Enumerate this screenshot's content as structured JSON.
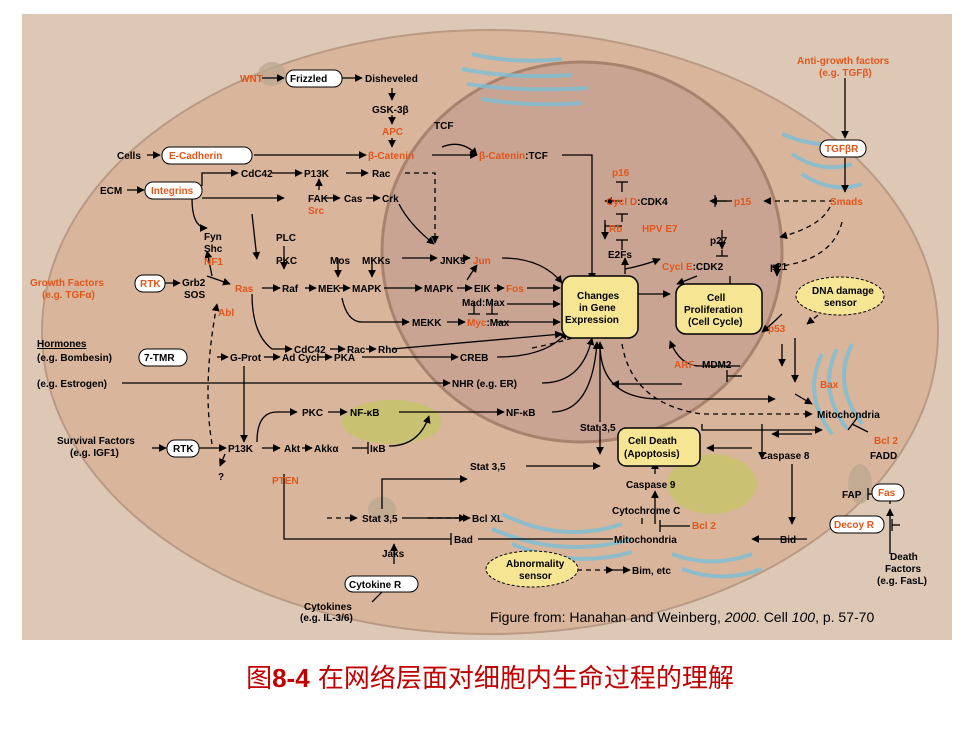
{
  "caption": {
    "prefix": "图",
    "number": "8-4",
    "text": " 在网络层面对细胞内生命过程的理解"
  },
  "citation": {
    "pre": "Figure from: Hanahan and Weinberg, ",
    "year": "2000",
    "mid": ". Cell ",
    "volume": "100",
    "post": ", p. 57-70"
  },
  "colors": {
    "background": "#ddc7b4",
    "cell": "#d8b49c",
    "nucleus": "#c7a290",
    "oncogene": "#e2561c",
    "text": "#000000",
    "sensor": "#f5e88a"
  },
  "labels": {
    "wnt": "WNT",
    "frizzled": "Frizzled",
    "disheveled": "Disheveled",
    "gsk3b": "GSK-3β",
    "apc": "APC",
    "tcf": "TCF",
    "cells": "Cells",
    "ecadherin": "E-Cadherin",
    "bcatenin": "β-Catenin",
    "bcatenin_tcf_a": "β-Catenin",
    "bcatenin_tcf_b": ":TCF",
    "ecm": "ECM",
    "integrins": "Integrins",
    "cdc42_top": "CdC42",
    "p13k_top": "P13K",
    "rac_top": "Rac",
    "fak": "FAK",
    "src": "Src",
    "cas": "Cas",
    "crk": "Crk",
    "fyn": "Fyn",
    "shc": "Shc",
    "nf1": "NF1",
    "plc": "PLC",
    "pkc_mid": "PKC",
    "mos": "Mos",
    "mkks": "MKKs",
    "jnks": "JNKs",
    "jun": "Jun",
    "gf1": "Growth Factors",
    "gf2": "(e.g. TGFα)",
    "rtk1": "RTK",
    "grb2": "Grb2",
    "sos": "SOS",
    "ras": "Ras",
    "raf": "Raf",
    "mek": "MEK",
    "mapk1": "MAPK",
    "mapk2": "MAPK",
    "eik": "EIK",
    "fos": "Fos",
    "madmax": "Mad:Max",
    "mekk": "MEKK",
    "myc": "Myc",
    "max": ":Max",
    "abl": "Abl",
    "cdc42_b": "CdC42",
    "rac_b": "Rac",
    "rho": "Rho",
    "hormones": "Hormones",
    "bombesin": "(e.g. Bombesin)",
    "tmr": "7-TMR",
    "gprot": "G-Prot",
    "adcycl": "Ad Cycl",
    "pka": "PKA",
    "creb": "CREB",
    "estrogen": "(e.g. Estrogen)",
    "nhr": "NHR (e.g. ER)",
    "changes1": "Changes",
    "changes2": "in Gene",
    "changes3": "Expression",
    "prolif1": "Cell",
    "prolif2": "Proliferation",
    "prolif3": "(Cell Cycle)",
    "p16": "p16",
    "cycld": "Cycl D",
    "cdk4": ":CDK4",
    "p15": "p15",
    "rb": "Rb",
    "hpv": "HPV E7",
    "e2fs": "E2Fs",
    "p27": "p27",
    "cycle": "Cycl E",
    "cdk2": ":CDK2",
    "p21": "p21",
    "antigf1": "Anti-growth factors",
    "antigf2": "(e.g. TGFβ)",
    "tgfbr": "TGFβR",
    "smads": "Smads",
    "dna1": "DNA damage",
    "dna2": "sensor",
    "p53": "p53",
    "arf": "ARF",
    "mdm2": "MDM2",
    "bax": "Bax",
    "mito_r": "Mitochondria",
    "pkc_lo": "PKC",
    "nfkb1": "NF-κB",
    "nfkb2": "NF-κB",
    "stat35_r": "Stat 3,5",
    "survival1": "Survival Factors",
    "survival2": "(e.g. IGF1)",
    "rtk2": "RTK",
    "p13k_lo": "P13K",
    "akt": "Akt",
    "akka": "Akkα",
    "ikb": "IκB",
    "q": "?",
    "pten": "PTEN",
    "death1": "Cell Death",
    "death2": "(Apoptosis)",
    "caspase8": "Caspase 8",
    "bcl2_r": "Bcl 2",
    "fadd": "FADD",
    "stat35_mid": "Stat 3,5",
    "caspase9": "Caspase 9",
    "cytc": "Cytochrome C",
    "bcl2_lo": "Bcl 2",
    "fap": "FAP",
    "fas": "Fas",
    "stat35_lo": "Stat 3,5",
    "bclxl": "Bcl XL",
    "bad": "Bad",
    "mito_lo": "Mitochondria",
    "bid": "Bid",
    "decoy": "Decoy R",
    "abn1": "Abnormality",
    "abn2": "sensor",
    "bim": "Bim, etc",
    "jaks": "Jaks",
    "cytr": "Cytokine R",
    "cyto1": "Cytokines",
    "cyto2": "(e.g. IL-3/6)",
    "deathf1": "Death",
    "deathf2": "Factors",
    "deathf3": "(e.g. FasL)"
  }
}
